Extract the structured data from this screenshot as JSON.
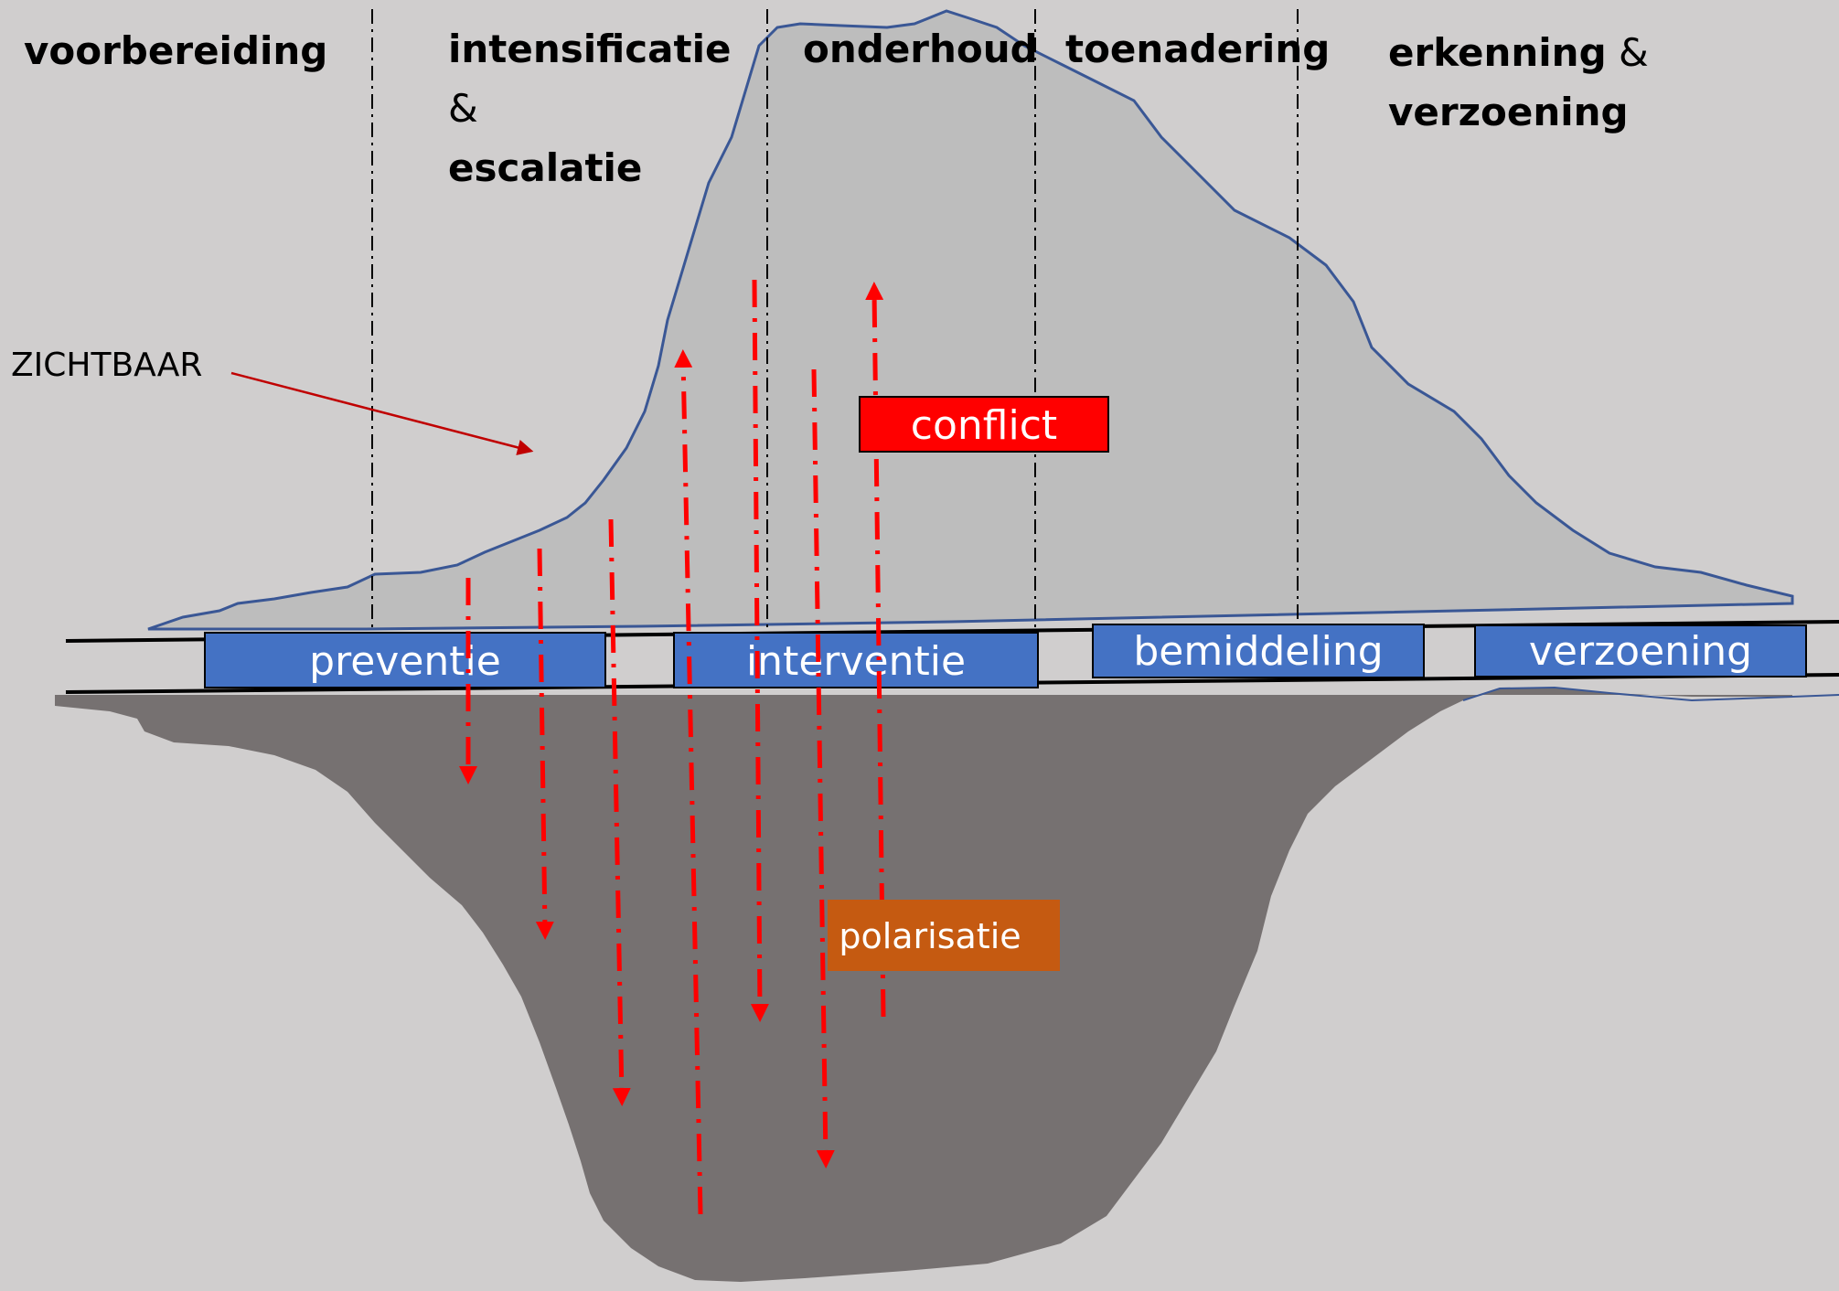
{
  "phases": {
    "p1": "voorbereiding",
    "p2_l1": "intensificatie",
    "p2_l2": "&",
    "p2_l3": "escalatie",
    "p3": "onderhoud",
    "p4": "toenadering",
    "p5_l1_bold": "erkenning",
    "p5_l1_amp": " &",
    "p5_l2": "verzoening"
  },
  "labels": {
    "zichtbaar": "ZICHTBAAR",
    "conflict": "conflict",
    "polarisatie": "polarisatie"
  },
  "stages": {
    "preventie": "preventie",
    "interventie": "interventie",
    "bemiddeling": "bemiddeling",
    "verzoening": "verzoening"
  },
  "colors": {
    "background": "#d0cece",
    "visible_mass": "#bdbdbd",
    "outline": "#3a5795",
    "hidden_mass": "#767171",
    "stage_box": "#4472c4",
    "arrow": "#ff0000",
    "conflict_box": "#ff0000",
    "polarisatie_box": "#c55a11",
    "annotation_arrow": "#c00000"
  }
}
